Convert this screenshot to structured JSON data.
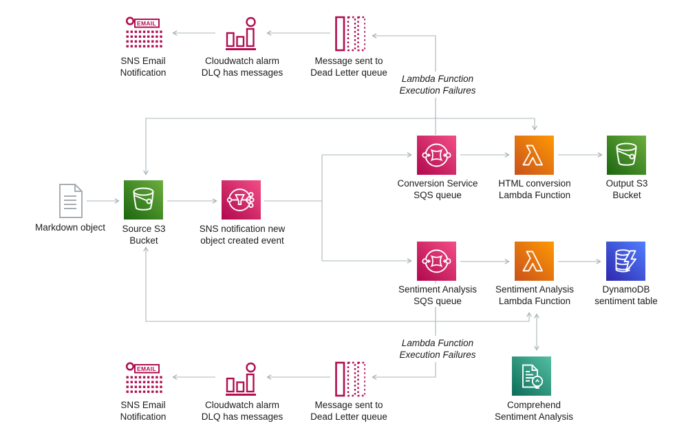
{
  "diagram": {
    "nodes": {
      "markdown_object": {
        "label": "Markdown object"
      },
      "source_s3": {
        "label": "Source S3\nBucket"
      },
      "sns_notification": {
        "label": "SNS notification new\nobject created event"
      },
      "conversion_sqs": {
        "label": "Conversion Service\nSQS queue"
      },
      "html_lambda": {
        "label": "HTML conversion\nLambda Function"
      },
      "output_s3": {
        "label": "Output S3\nBucket"
      },
      "sentiment_sqs": {
        "label": "Sentiment Analysis\nSQS queue"
      },
      "sentiment_lambda": {
        "label": "Sentiment Analysis\nLambda Function"
      },
      "dynamodb": {
        "label": "DynamoDB\nsentiment table"
      },
      "comprehend": {
        "label": "Comprehend\nSentiment Analysis"
      }
    },
    "dlq_flow": {
      "message_dlq": {
        "label": "Message sent to\nDead Letter queue"
      },
      "cloudwatch_alarm": {
        "label": "Cloudwatch alarm\nDLQ has messages"
      },
      "sns_email": {
        "label": "SNS Email\nNotification"
      }
    },
    "annotations": {
      "lambda_failures": "Lambda Function\nExecution Failures"
    },
    "email_icon_text": "EMAIL",
    "colors": {
      "connector": "#A9B4B9",
      "outline_icon_crimson": "#B00D4F",
      "s3_green_dark": "#1B660F",
      "s3_green_light": "#6CAE3E",
      "pink_dark": "#B0084D",
      "pink_light": "#F34E87",
      "lambda_orange_dark": "#C8511B",
      "lambda_orange_light": "#FF9904",
      "dynamodb_blue_dark": "#2E27AD",
      "dynamodb_blue_light": "#527FFF",
      "comprehend_teal_dark": "#0C6C58",
      "comprehend_teal_light": "#53BFA3",
      "text": "#1A1A1A",
      "doc_outline_gray": "#A6ADB2"
    }
  }
}
